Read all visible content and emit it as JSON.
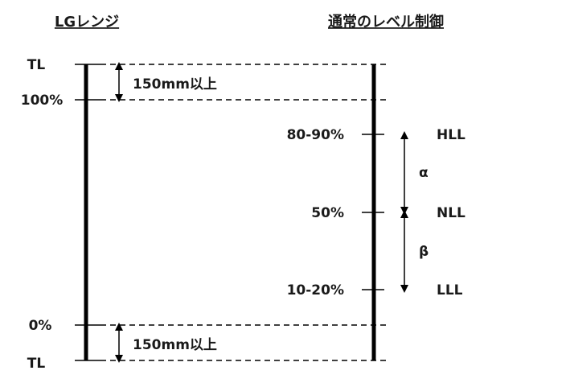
{
  "titles": {
    "left": "LGレンジ",
    "right": "通常のレベル制御"
  },
  "left_scale": {
    "top_tl": "TL",
    "hundred": "100%",
    "zero": "0%",
    "bottom_tl": "TL",
    "top_margin": "150mm以上",
    "bottom_margin": "150mm以上"
  },
  "right_scale": {
    "levels": [
      {
        "percent": "80-90%",
        "name": "HLL"
      },
      {
        "percent": "50%",
        "name": "NLL"
      },
      {
        "percent": "10-20%",
        "name": "LLL"
      }
    ],
    "alpha": "α",
    "beta": "β"
  }
}
